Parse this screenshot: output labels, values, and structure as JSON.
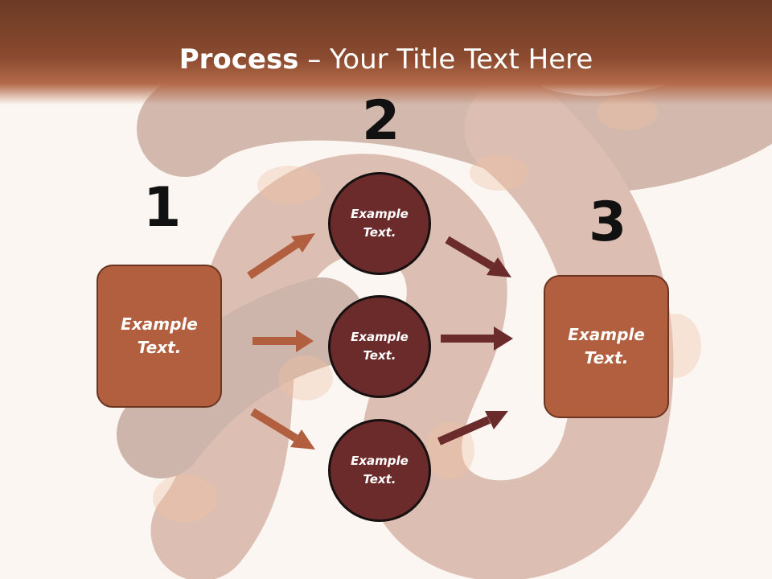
{
  "title": {
    "bold": "Process",
    "rest": " – Your Title Text Here"
  },
  "steps": {
    "one": "1",
    "two": "2",
    "three": "3"
  },
  "left_box": {
    "line1": "Example",
    "line2": "Text."
  },
  "right_box": {
    "line1": "Example",
    "line2": "Text."
  },
  "circles": [
    {
      "line1": "Example",
      "line2": "Text."
    },
    {
      "line1": "Example",
      "line2": "Text."
    },
    {
      "line1": "Example",
      "line2": "Text."
    }
  ],
  "colors": {
    "header": "#8a4a2f",
    "box": "#b15f3e",
    "circle": "#6b2b2b",
    "arrow_in": "#b15f3e",
    "arrow_out": "#6b2b2b"
  }
}
